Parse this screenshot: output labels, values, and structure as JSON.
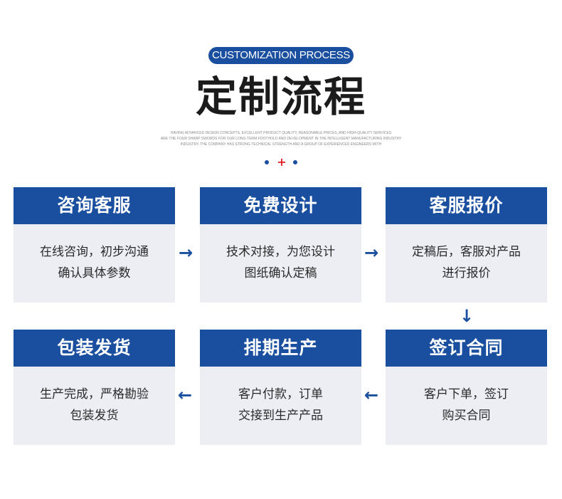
{
  "header": {
    "badge": "CUSTOMIZATION PROCESS",
    "title": "定制流程",
    "subtext_lines": [
      "HAVING ADVANCED DESIGN CONCEPTS, EXCELLENT PRODUCT QUALITY, REASONABLE PRICES, AND HIGH-QUALITY SERVICES",
      "ARE THE FOUR SHARP SWORDS FOR OUR LONG-TERM FOOTHOLD AND DEVELOPMENT IN THE INTELLIGENT MANUFACTURING INDUSTRY",
      "INDUSTRY. THE COMPANY HAS STRONG TECHNICAL STRENGTH AND A GROUP OF EXPERIENCED ENGINEERS WITH"
    ],
    "divider_plus": "+"
  },
  "steps": [
    {
      "title": "咨询客服",
      "lines": [
        "在线咨询，初步沟通",
        "确认具体参数"
      ]
    },
    {
      "title": "免费设计",
      "lines": [
        "技术对接，为您设计",
        "图纸确认定稿"
      ]
    },
    {
      "title": "客服报价",
      "lines": [
        "定稿后，客服对产品",
        "进行报价"
      ]
    },
    {
      "title": "包装发货",
      "lines": [
        "生产完成，严格勘验",
        "包装发货"
      ]
    },
    {
      "title": "排期生产",
      "lines": [
        "客户付款，订单",
        "交接到生产产品"
      ]
    },
    {
      "title": "签订合同",
      "lines": [
        "客户下单，签订",
        "购买合同"
      ]
    }
  ],
  "arrows": {
    "right": "→",
    "left": "←",
    "down": "↓"
  },
  "colors": {
    "accent": "#1a4fa0",
    "plus": "#e0262b",
    "card_bg": "#eceef3"
  }
}
